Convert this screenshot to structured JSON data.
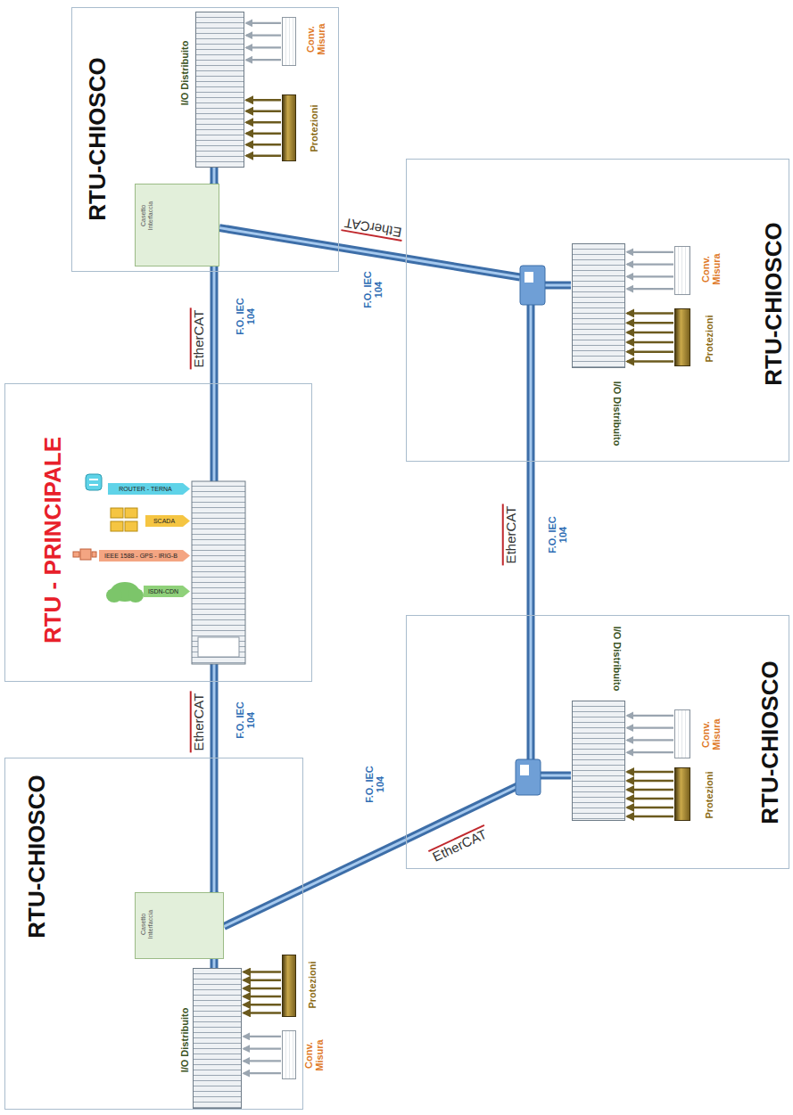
{
  "diagram": {
    "nodes": [
      {
        "text": [
          "RTU - PRINCIPALE"
        ]
      },
      {
        "text": [
          "ROUTER - TERNA"
        ],
        "in": 0
      },
      {
        "text": [
          "SCADA"
        ],
        "in": 0
      },
      {
        "text": [
          "IEEE 1588 - GPS - IRIG-B"
        ],
        "in": 0
      },
      {
        "text": [
          "ISDN-CDN"
        ],
        "in": 0
      },
      {
        "text": [
          "RTU-CHIOSCO"
        ]
      },
      {
        "text": [
          "Casetto Interfaccia"
        ],
        "in": 5
      },
      {
        "text": [
          "I/O Distribuito"
        ],
        "in": 5
      },
      {
        "text": [
          "Conv. Misura"
        ],
        "in": 5
      },
      {
        "text": [
          "Protezioni"
        ],
        "in": 5
      },
      {
        "text": [
          "RTU-CHIOSCO"
        ]
      },
      {
        "text": [
          "I/O Distribuito"
        ],
        "in": 10
      },
      {
        "text": [
          "Conv. Misura"
        ],
        "in": 10
      },
      {
        "text": [
          "Protezioni"
        ],
        "in": 10
      },
      {
        "text": [
          "RTU-CHIOSCO"
        ]
      },
      {
        "text": [
          "I/O Distribuito"
        ],
        "in": 14
      },
      {
        "text": [
          "Conv. Misura"
        ],
        "in": 14
      },
      {
        "text": [
          "Protezioni"
        ],
        "in": 14
      },
      {
        "text": [
          "RTU-CHIOSCO"
        ]
      },
      {
        "text": [
          "Casetto Interfaccia"
        ],
        "in": 18
      },
      {
        "text": [
          "I/O Distribuito"
        ],
        "in": 18
      },
      {
        "text": [
          "Conv. Misura"
        ],
        "in": 18
      },
      {
        "text": [
          "Protezioni"
        ],
        "in": 18
      }
    ],
    "edges": [
      {
        "from": 0,
        "to": 6,
        "arrow": "none",
        "label": "F.O. IEC 104"
      },
      {
        "from": 6,
        "to": 10,
        "arrow": "none",
        "label": "F.O. IEC 104"
      },
      {
        "from": 10,
        "to": 14,
        "arrow": "none",
        "label": "F.O. IEC 104"
      },
      {
        "from": 14,
        "to": 19,
        "arrow": "none",
        "label": "F.O. IEC 104"
      },
      {
        "from": 19,
        "to": 0,
        "arrow": "none",
        "label": "F.O. IEC 104"
      },
      {
        "from": 6,
        "to": 7,
        "arrow": "none"
      },
      {
        "from": 19,
        "to": 20,
        "arrow": "none"
      },
      {
        "from": 8,
        "to": 7,
        "arrow": "to"
      },
      {
        "from": 9,
        "to": 7,
        "arrow": "to"
      },
      {
        "from": 12,
        "to": 11,
        "arrow": "to"
      },
      {
        "from": 13,
        "to": 11,
        "arrow": "to"
      },
      {
        "from": 16,
        "to": 15,
        "arrow": "to"
      },
      {
        "from": 17,
        "to": 15,
        "arrow": "to"
      },
      {
        "from": 21,
        "to": 20,
        "arrow": "to"
      },
      {
        "from": 22,
        "to": 20,
        "arrow": "to"
      }
    ],
    "labels": [
      "EtherCAT",
      "EtherCAT",
      "EtherCAT",
      "EtherCAT",
      "EtherCAT"
    ]
  }
}
